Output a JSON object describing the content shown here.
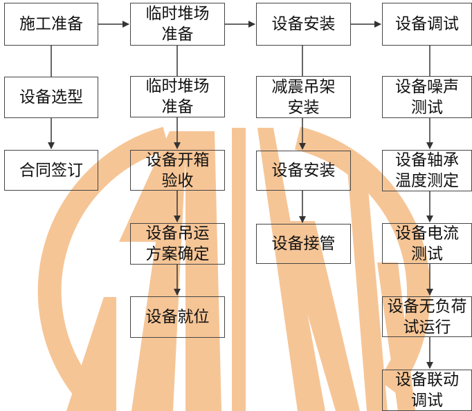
{
  "columns": [
    {
      "steps": [
        {
          "id": "c1s1",
          "label": "施工准备"
        },
        {
          "id": "c1s2",
          "label": "设备选型"
        },
        {
          "id": "c1s3",
          "label": "合同签订"
        }
      ]
    },
    {
      "steps": [
        {
          "id": "c2s1",
          "label": "临时堆场\n准备"
        },
        {
          "id": "c2s2",
          "label": "临时堆场\n准备"
        },
        {
          "id": "c2s3",
          "label": "设备开箱\n验收"
        },
        {
          "id": "c2s4",
          "label": "设备吊运\n方案确定"
        },
        {
          "id": "c2s5",
          "label": "设备就位"
        }
      ]
    },
    {
      "steps": [
        {
          "id": "c3s1",
          "label": "设备安装"
        },
        {
          "id": "c3s2",
          "label": "减震吊架\n安装"
        },
        {
          "id": "c3s3",
          "label": "设备安装"
        },
        {
          "id": "c3s4",
          "label": "设备接管"
        }
      ]
    },
    {
      "steps": [
        {
          "id": "c4s1",
          "label": "设备调试"
        },
        {
          "id": "c4s2",
          "label": "设备噪声\n测试"
        },
        {
          "id": "c4s3",
          "label": "设备轴承\n温度测定"
        },
        {
          "id": "c4s4",
          "label": "设备电流\n测试"
        },
        {
          "id": "c4s5",
          "label": "设备无负荷\n试运行"
        },
        {
          "id": "c4s6",
          "label": "设备联动\n调试"
        }
      ]
    }
  ],
  "colors": {
    "box_border": "#444444",
    "text": "#111111",
    "arrow": "#333333",
    "watermark": "#f6c596"
  }
}
